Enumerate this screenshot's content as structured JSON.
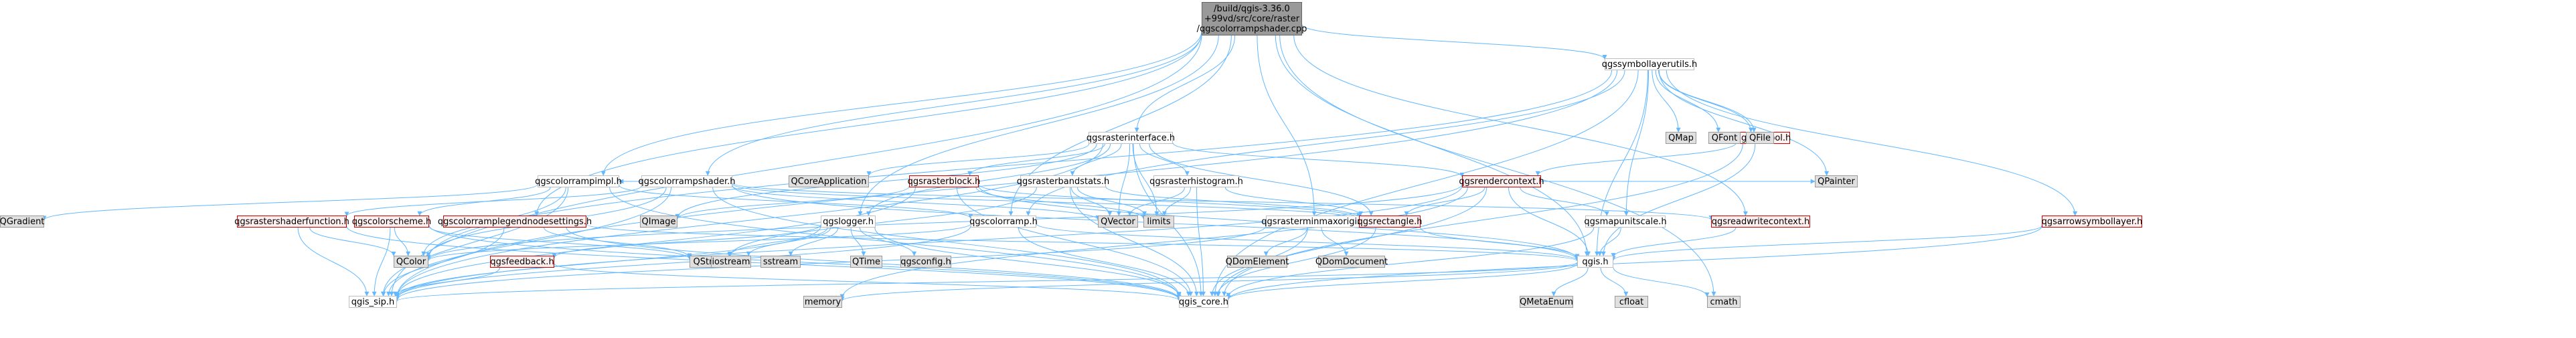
{
  "colors": {
    "edge": "#63b8ff",
    "root_fill": "#999999",
    "root_border": "#666666",
    "local_fill": "#ffffff",
    "local_border": "#bfbfbf",
    "highlight_fill": "#fff0f0",
    "highlight_border": "#cc0000",
    "system_fill": "#e0e0e0",
    "system_border": "#999999",
    "text": "#000000"
  },
  "nodes": [
    {
      "id": "root",
      "kind": "root",
      "lines": [
        "/build/qgis-3.36.0",
        "+99vd/src/core/raster",
        "/qgscolorrampshader.cpp"
      ]
    },
    {
      "id": "qgssymbollayerutils",
      "kind": "local",
      "lines": [
        "qgssymbollayerutils.h"
      ]
    },
    {
      "id": "qgsrasterinterface",
      "kind": "local",
      "lines": [
        "qgsrasterinterface.h"
      ]
    },
    {
      "id": "qgscolorrampimpl",
      "kind": "local",
      "lines": [
        "qgscolorrampimpl.h"
      ]
    },
    {
      "id": "qgscolorrampshader",
      "kind": "local",
      "lines": [
        "qgscolorrampshader.h"
      ]
    },
    {
      "id": "qgsrasterblock",
      "kind": "highlight",
      "lines": [
        "qgsrasterblock.h"
      ]
    },
    {
      "id": "qgsrasterbandstats",
      "kind": "local",
      "lines": [
        "qgsrasterbandstats.h"
      ]
    },
    {
      "id": "qgsrasterhistogram",
      "kind": "local",
      "lines": [
        "qgsrasterhistogram.h"
      ]
    },
    {
      "id": "qgsrendercontext",
      "kind": "highlight",
      "lines": [
        "qgsrendercontext.h"
      ]
    },
    {
      "id": "qgssymbol",
      "kind": "highlight",
      "lines": [
        "qgssymbol.h"
      ]
    },
    {
      "id": "qgsrastershaderfunction",
      "kind": "highlight",
      "lines": [
        "qgsrastershaderfunction.h"
      ]
    },
    {
      "id": "qgscolorscheme",
      "kind": "highlight",
      "lines": [
        "qgscolorscheme.h"
      ]
    },
    {
      "id": "qgscolorramplegendnodesettings",
      "kind": "highlight",
      "lines": [
        "qgscolorramplegendnodesettings.h"
      ]
    },
    {
      "id": "qgslogger",
      "kind": "local",
      "lines": [
        "qgslogger.h"
      ]
    },
    {
      "id": "qgscolorramp",
      "kind": "local",
      "lines": [
        "qgscolorramp.h"
      ]
    },
    {
      "id": "qgsrasterminmaxorigin",
      "kind": "local",
      "lines": [
        "qgsrasterminmaxorigin.h"
      ]
    },
    {
      "id": "qgsrectangle",
      "kind": "highlight",
      "lines": [
        "qgsrectangle.h"
      ]
    },
    {
      "id": "qgsmapunitscale",
      "kind": "local",
      "lines": [
        "qgsmapunitscale.h"
      ]
    },
    {
      "id": "qgsreadwritecontext",
      "kind": "highlight",
      "lines": [
        "qgsreadwritecontext.h"
      ]
    },
    {
      "id": "qgsarrowsymbollayer",
      "kind": "highlight",
      "lines": [
        "qgsarrowsymbollayer.h"
      ]
    },
    {
      "id": "qgsfeedback",
      "kind": "highlight",
      "lines": [
        "qgsfeedback.h"
      ]
    },
    {
      "id": "qgis",
      "kind": "local",
      "lines": [
        "qgis.h"
      ]
    },
    {
      "id": "qgis_sip",
      "kind": "local",
      "lines": [
        "qgis_sip.h"
      ]
    },
    {
      "id": "qgis_core",
      "kind": "local",
      "lines": [
        "qgis_core.h"
      ]
    },
    {
      "id": "qgsconfig",
      "kind": "system",
      "lines": [
        "qgsconfig.h"
      ]
    },
    {
      "id": "QMap",
      "kind": "system",
      "lines": [
        "QMap"
      ]
    },
    {
      "id": "QFont",
      "kind": "system",
      "lines": [
        "QFont"
      ]
    },
    {
      "id": "QFile",
      "kind": "system",
      "lines": [
        "QFile"
      ]
    },
    {
      "id": "QPainter",
      "kind": "system",
      "lines": [
        "QPainter"
      ]
    },
    {
      "id": "QCoreApplication",
      "kind": "system",
      "lines": [
        "QCoreApplication"
      ]
    },
    {
      "id": "QGradient",
      "kind": "system",
      "lines": [
        "QGradient"
      ]
    },
    {
      "id": "QImage",
      "kind": "system",
      "lines": [
        "QImage"
      ]
    },
    {
      "id": "QVector",
      "kind": "system",
      "lines": [
        "QVector"
      ]
    },
    {
      "id": "limits",
      "kind": "system",
      "lines": [
        "limits"
      ]
    },
    {
      "id": "QColor",
      "kind": "system",
      "lines": [
        "QColor"
      ]
    },
    {
      "id": "QString",
      "kind": "system",
      "lines": [
        "QString"
      ]
    },
    {
      "id": "iostream",
      "kind": "system",
      "lines": [
        "iostream"
      ]
    },
    {
      "id": "sstream",
      "kind": "system",
      "lines": [
        "sstream"
      ]
    },
    {
      "id": "QTime",
      "kind": "system",
      "lines": [
        "QTime"
      ]
    },
    {
      "id": "QDomElement",
      "kind": "system",
      "lines": [
        "QDomElement"
      ]
    },
    {
      "id": "QDomDocument",
      "kind": "system",
      "lines": [
        "QDomDocument"
      ]
    },
    {
      "id": "memory",
      "kind": "system",
      "lines": [
        "memory"
      ]
    },
    {
      "id": "QMetaEnum",
      "kind": "system",
      "lines": [
        "QMetaEnum"
      ]
    },
    {
      "id": "cfloat",
      "kind": "system",
      "lines": [
        "cfloat"
      ]
    },
    {
      "id": "cmath",
      "kind": "system",
      "lines": [
        "cmath"
      ]
    }
  ],
  "edges": [
    [
      "root",
      "qgssymbollayerutils"
    ],
    [
      "root",
      "qgsrasterinterface"
    ],
    [
      "root",
      "qgscolorrampimpl"
    ],
    [
      "root",
      "qgscolorrampshader"
    ],
    [
      "root",
      "qgslogger"
    ],
    [
      "root",
      "qgsrasterminmaxorigin"
    ],
    [
      "root",
      "qgscolorramplegendnodesettings"
    ],
    [
      "root",
      "qgis"
    ],
    [
      "root",
      "qgis_sip"
    ],
    [
      "root",
      "qgsreadwritecontext"
    ],
    [
      "root",
      "cmath"
    ],
    [
      "root",
      "qgscolorramp"
    ],
    [
      "qgssymbollayerutils",
      "QMap"
    ],
    [
      "qgssymbollayerutils",
      "QFont"
    ],
    [
      "qgssymbollayerutils",
      "QFile"
    ],
    [
      "qgssymbollayerutils",
      "QPainter"
    ],
    [
      "qgssymbollayerutils",
      "qgssymbol"
    ],
    [
      "qgssymbollayerutils",
      "qgsarrowsymbollayer"
    ],
    [
      "qgssymbollayerutils",
      "qgis"
    ],
    [
      "qgssymbollayerutils",
      "qgis_core"
    ],
    [
      "qgssymbollayerutils",
      "qgsmapunitscale"
    ],
    [
      "qgssymbollayerutils",
      "qgscolorramp"
    ],
    [
      "qgssymbollayerutils",
      "QColor"
    ],
    [
      "qgssymbollayerutils",
      "qgis_sip"
    ],
    [
      "qgsrasterinterface",
      "QCoreApplication"
    ],
    [
      "qgsrasterinterface",
      "QImage"
    ],
    [
      "qgsrasterinterface",
      "qgsrasterblock"
    ],
    [
      "qgsrasterinterface",
      "qgsrasterbandstats"
    ],
    [
      "qgsrasterinterface",
      "qgsrasterhistogram"
    ],
    [
      "qgsrasterinterface",
      "qgsrendercontext"
    ],
    [
      "qgsrasterinterface",
      "qgsrectangle"
    ],
    [
      "qgsrasterinterface",
      "qgis_core"
    ],
    [
      "qgsrasterinterface",
      "qgis_sip"
    ],
    [
      "qgsrasterinterface",
      "limits"
    ],
    [
      "qgsrasterinterface",
      "qgslogger"
    ],
    [
      "qgsrasterinterface",
      "QVector"
    ],
    [
      "qgscolorrampimpl",
      "QGradient"
    ],
    [
      "qgscolorrampimpl",
      "QColor"
    ],
    [
      "qgscolorrampimpl",
      "qgscolorscheme"
    ],
    [
      "qgscolorrampimpl",
      "qgis_core"
    ],
    [
      "qgscolorrampimpl",
      "qgis_sip"
    ],
    [
      "qgscolorrampimpl",
      "qgscolorramp"
    ],
    [
      "qgscolorrampshader",
      "qgsrastershaderfunction"
    ],
    [
      "qgscolorrampshader",
      "qgscolorrampimpl"
    ],
    [
      "qgscolorrampshader",
      "QColor"
    ],
    [
      "qgscolorrampshader",
      "QVector"
    ],
    [
      "qgscolorrampshader",
      "qgis_core"
    ],
    [
      "qgscolorrampshader",
      "qgis_sip"
    ],
    [
      "qgscolorrampshader",
      "qgis"
    ],
    [
      "qgscolorrampshader",
      "qgsrectangle"
    ],
    [
      "qgscolorrampshader",
      "qgsreadwritecontext"
    ],
    [
      "qgsrasterblock",
      "limits"
    ],
    [
      "qgsrasterblock",
      "QImage"
    ],
    [
      "qgsrasterblock",
      "qgis_core"
    ],
    [
      "qgsrasterblock",
      "qgis"
    ],
    [
      "qgsrasterblock",
      "qgsrectangle"
    ],
    [
      "qgsrasterblock",
      "qgis_sip"
    ],
    [
      "qgsrasterbandstats",
      "QString"
    ],
    [
      "qgsrasterbandstats",
      "limits"
    ],
    [
      "qgsrasterbandstats",
      "qgis_core"
    ],
    [
      "qgsrasterbandstats",
      "qgsrectangle"
    ],
    [
      "qgsrasterbandstats",
      "QVector"
    ],
    [
      "qgsrasterhistogram",
      "limits"
    ],
    [
      "qgsrasterhistogram",
      "QVector"
    ],
    [
      "qgsrasterhistogram",
      "qgis_core"
    ],
    [
      "qgsrasterhistogram",
      "qgsrectangle"
    ],
    [
      "qgsrendercontext",
      "QColor"
    ],
    [
      "qgsrendercontext",
      "QPainter"
    ],
    [
      "qgsrendercontext",
      "memory"
    ],
    [
      "qgsrendercontext",
      "qgis_core"
    ],
    [
      "qgsrendercontext",
      "qgis_sip"
    ],
    [
      "qgsrendercontext",
      "qgsrectangle"
    ],
    [
      "qgsrendercontext",
      "qgsmapunitscale"
    ],
    [
      "qgsrendercontext",
      "qgis"
    ],
    [
      "qgssymbol",
      "qgsrendercontext"
    ],
    [
      "qgssymbol",
      "qgis"
    ],
    [
      "qgssymbol",
      "qgis_core"
    ],
    [
      "qgsrastershaderfunction",
      "QColor"
    ],
    [
      "qgsrastershaderfunction",
      "qgis_core"
    ],
    [
      "qgsrastershaderfunction",
      "qgis_sip"
    ],
    [
      "qgscolorscheme",
      "QColor"
    ],
    [
      "qgscolorscheme",
      "QString"
    ],
    [
      "qgscolorscheme",
      "qgis_core"
    ],
    [
      "qgscolorscheme",
      "qgis_sip"
    ],
    [
      "qgscolorramplegendnodesettings",
      "qgis_core"
    ],
    [
      "qgscolorramplegendnodesettings",
      "qgis"
    ],
    [
      "qgscolorramplegendnodesettings",
      "qgis_sip"
    ],
    [
      "qgscolorramplegendnodesettings",
      "QString"
    ],
    [
      "qgslogger",
      "iostream"
    ],
    [
      "qgslogger",
      "sstream"
    ],
    [
      "qgslogger",
      "QString"
    ],
    [
      "qgslogger",
      "QTime"
    ],
    [
      "qgslogger",
      "qgis_core"
    ],
    [
      "qgslogger",
      "qgsconfig"
    ],
    [
      "qgslogger",
      "qgsfeedback"
    ],
    [
      "qgslogger",
      "qgis_sip"
    ],
    [
      "qgscolorramp",
      "qgis_core"
    ],
    [
      "qgscolorramp",
      "qgis_sip"
    ],
    [
      "qgscolorramp",
      "QColor"
    ],
    [
      "qgscolorramp",
      "qgis"
    ],
    [
      "qgsrasterminmaxorigin",
      "QDomDocument"
    ],
    [
      "qgsrasterminmaxorigin",
      "QDomElement"
    ],
    [
      "qgsrasterminmaxorigin",
      "qgis_core"
    ],
    [
      "qgsrasterminmaxorigin",
      "qgis_sip"
    ],
    [
      "qgsrectangle",
      "qgis_core"
    ],
    [
      "qgsrectangle",
      "qgis"
    ],
    [
      "qgsmapunitscale",
      "qgis_core"
    ],
    [
      "qgsmapunitscale",
      "qgis"
    ],
    [
      "qgsreadwritecontext",
      "qgis"
    ],
    [
      "qgsarrowsymbollayer",
      "qgis"
    ],
    [
      "qgsarrowsymbollayer",
      "qgis_core"
    ],
    [
      "qgsfeedback",
      "qgis_core"
    ],
    [
      "qgsfeedback",
      "qgis_sip"
    ],
    [
      "qgis",
      "qgis_sip"
    ],
    [
      "qgis",
      "qgis_core"
    ],
    [
      "qgis",
      "QMetaEnum"
    ],
    [
      "qgis",
      "cfloat"
    ],
    [
      "qgis",
      "cmath"
    ],
    [
      "qgis",
      "memory"
    ]
  ]
}
